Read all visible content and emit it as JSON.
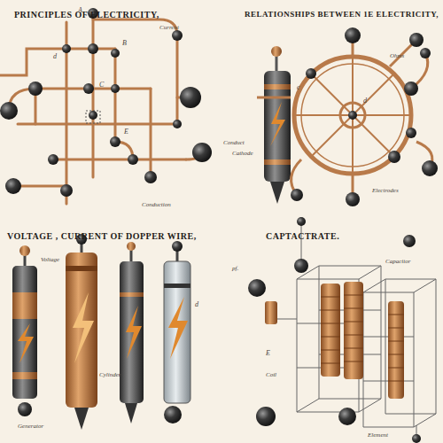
{
  "diagram": {
    "labels": [
      "PRINCIPLES OF ELECTRICITY,",
      "RELATIONSHIPS BETWEEN 1E ELECTRICITY,",
      "VOLTAGE , CURRENT OF DOPPER WIRE,",
      "CAPTACTRATE.",
      "A",
      "B",
      "C",
      "d",
      "E",
      "c",
      "d",
      "Conduct",
      "Cathode",
      "Electrodes",
      "Current",
      "Conduction",
      "Ohms",
      "Capacitor",
      "Voltage",
      "Cylinder",
      "Generator",
      "Coil",
      "pf.",
      "Element",
      "d",
      "E"
    ]
  }
}
